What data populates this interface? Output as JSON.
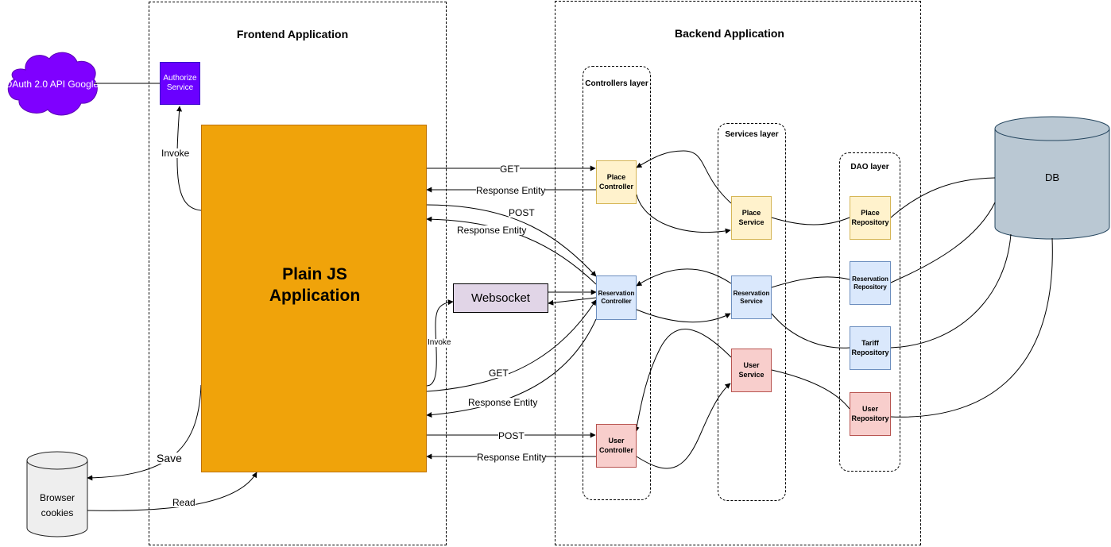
{
  "frontend": {
    "title": "Frontend Application"
  },
  "backend": {
    "title": "Backend Application"
  },
  "layers": {
    "controllers": "Controllers layer",
    "services": "Services layer",
    "dao": "DAO layer"
  },
  "oauth": {
    "label": "OAuth 2.0  API Google"
  },
  "authorize": {
    "label": "Authorize Service"
  },
  "app": {
    "label": "Plain JS Application"
  },
  "websocket": {
    "label": "Websocket"
  },
  "cookies": {
    "label": "Browser cookies"
  },
  "db": {
    "label": "DB"
  },
  "controllers": {
    "place": "Place Controller",
    "reservation": "Reservation Controller",
    "user": "User Controller"
  },
  "services": {
    "place": "Place Service",
    "reservation": "Reservation Service",
    "user": "User Service"
  },
  "repos": {
    "place": "Place Repository",
    "reservation": "Reservation Repository",
    "tariff": "Tariff Repository",
    "user": "User Repository"
  },
  "edges": {
    "invoke_auth": "Invoke",
    "place_get": "GET",
    "place_resp": "Response Entity",
    "res_post": "POST",
    "res_resp_post": "Response Entity",
    "invoke_ws": "Invoke",
    "res_get": "GET",
    "res_resp_get": "Response Entity",
    "user_post": "POST",
    "user_resp": "Response Entity",
    "save": "Save",
    "read": "Read"
  },
  "colors": {
    "app": "#f0a30a",
    "authorize": "#6a00ff",
    "cloud": "#7f00ff",
    "websocket": "#e1d5e7",
    "db": "#bac8d3",
    "cookies": "#eeeeee"
  }
}
